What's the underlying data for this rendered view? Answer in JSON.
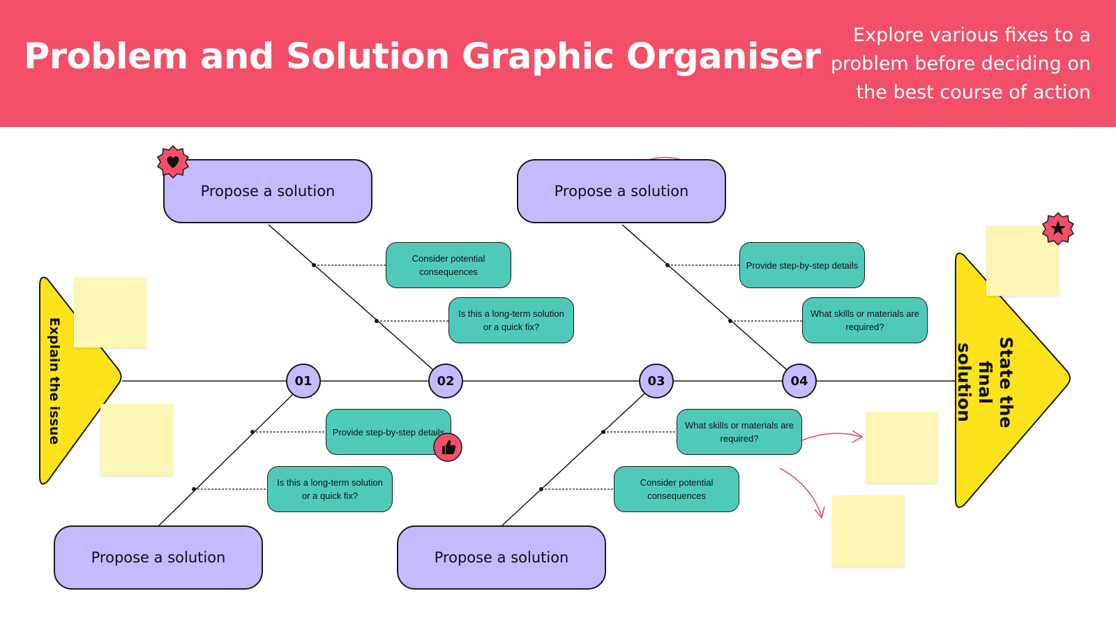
{
  "header": {
    "title": "Problem and Solution Graphic Organiser",
    "subtitle": "Explore various fixes to a problem before deciding on the best course of action",
    "background": "#f44f68"
  },
  "problem": {
    "label": "Explain the issue",
    "color": "#fde31a"
  },
  "final": {
    "label": "State the final solution",
    "color": "#fde31a"
  },
  "steps": [
    {
      "number": "01"
    },
    {
      "number": "02"
    },
    {
      "number": "03"
    },
    {
      "number": "04"
    }
  ],
  "solutions": [
    {
      "label": "Propose a solution"
    },
    {
      "label": "Propose a solution"
    },
    {
      "label": "Propose a solution"
    },
    {
      "label": "Propose a solution"
    }
  ],
  "notes": [
    {
      "text": "Consider potential consequences"
    },
    {
      "text": "Is this a long-term solution or a quick fix?"
    },
    {
      "text": "Provide step-by-step details"
    },
    {
      "text": "What skills or materials are required?"
    },
    {
      "text": "Provide step-by-step details"
    },
    {
      "text": "Is this a long-term solution or a quick fix?"
    },
    {
      "text": "What skills or materials are required?"
    },
    {
      "text": "Consider potential consequences"
    }
  ],
  "badges": [
    {
      "icon": "heart-icon"
    },
    {
      "icon": "star-icon"
    },
    {
      "icon": "thumbs-up-icon"
    }
  ],
  "colors": {
    "solution_box": "#c6b9ff",
    "note_box": "#4fcab8",
    "sticky_note": "#fdf6b5",
    "accent": "#f44f68"
  }
}
